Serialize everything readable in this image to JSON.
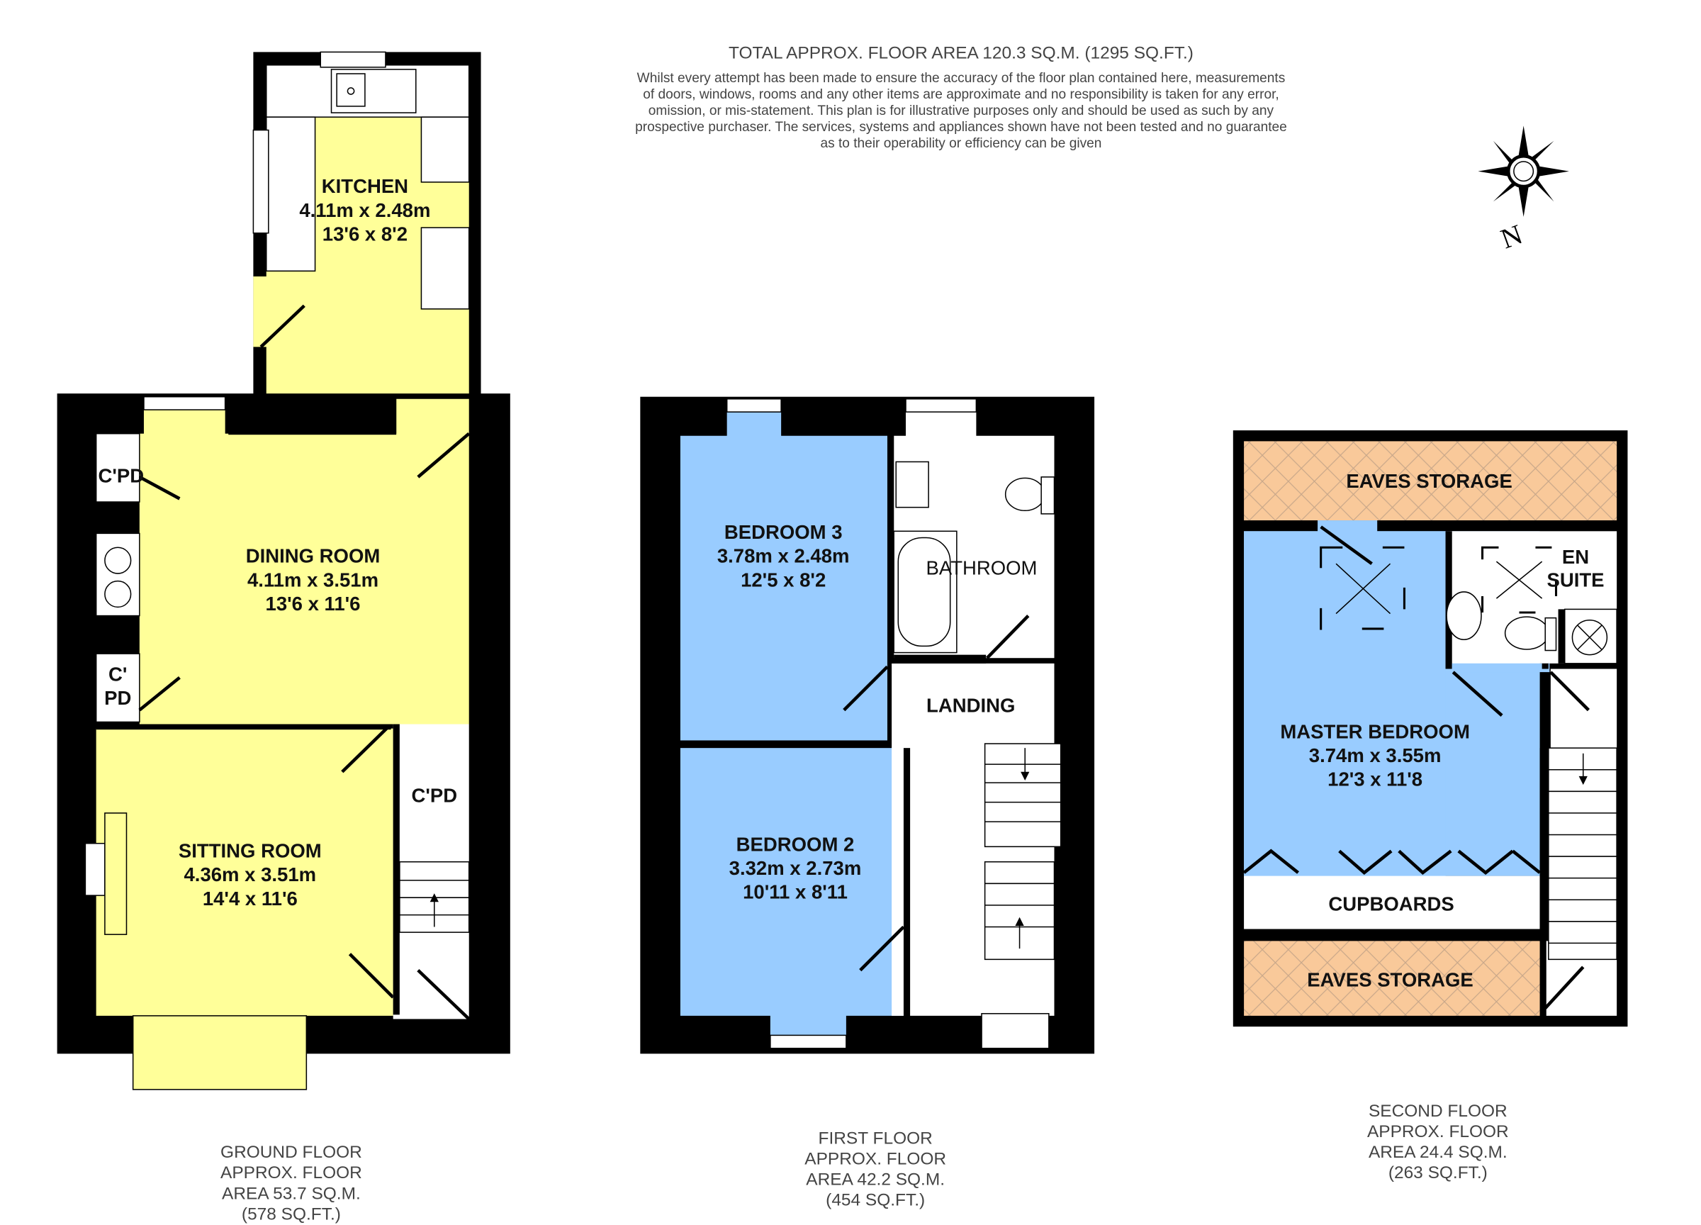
{
  "header": {
    "title": "TOTAL APPROX. FLOOR AREA 120.3 SQ.M. (1295 SQ.FT.)",
    "disclaimer_lines": [
      "Whilst every attempt has been made to ensure the accuracy of the floor plan contained here, measurements",
      "of doors, windows, rooms and any other items are approximate and no responsibility is taken for any error,",
      "omission, or mis-statement. This plan is for illustrative purposes only and should be used as such by any",
      "prospective purchaser. The services, systems and appliances shown have not been tested and no guarantee",
      "as to their operability or efficiency can be given"
    ]
  },
  "compass": {
    "label": "N"
  },
  "colors": {
    "ground_rooms": "#FFFF99",
    "first_rooms": "#99CCFF",
    "eaves": "#F9C99A",
    "walls": "#000000"
  },
  "ground_floor": {
    "label_lines": [
      "GROUND FLOOR",
      "APPROX. FLOOR",
      "AREA 53.7 SQ.M.",
      "(578 SQ.FT.)"
    ],
    "kitchen": [
      "KITCHEN",
      "4.11m x 2.48m",
      "13'6 x 8'2"
    ],
    "dining_room": [
      "DINING ROOM",
      "4.11m x 3.51m",
      "13'6 x 11'6"
    ],
    "sitting_room": [
      "SITTING ROOM",
      "4.36m x 3.51m",
      "14'4 x 11'6"
    ],
    "cpd_top": "C'PD",
    "cpd_lower": [
      "C'",
      "PD"
    ],
    "cpd_hall": "C'PD"
  },
  "first_floor": {
    "label_lines": [
      "FIRST FLOOR",
      "APPROX. FLOOR",
      "AREA 42.2 SQ.M.",
      "(454 SQ.FT.)"
    ],
    "bedroom_3": [
      "BEDROOM 3",
      "3.78m x 2.48m",
      "12'5 x 8'2"
    ],
    "bedroom_2": [
      "BEDROOM 2",
      "3.32m x 2.73m",
      "10'11 x 8'11"
    ],
    "bathroom": "BATHROOM",
    "landing": "LANDING"
  },
  "second_floor": {
    "label_lines": [
      "SECOND FLOOR",
      "APPROX. FLOOR",
      "AREA 24.4 SQ.M.",
      "(263 SQ.FT.)"
    ],
    "eaves_top": "EAVES STORAGE",
    "eaves_bottom": "EAVES STORAGE",
    "master_bedroom": [
      "MASTER BEDROOM",
      "3.74m x 3.55m",
      "12'3 x 11'8"
    ],
    "en_suite": [
      "EN",
      "SUITE"
    ],
    "cupboards": "CUPBOARDS"
  }
}
